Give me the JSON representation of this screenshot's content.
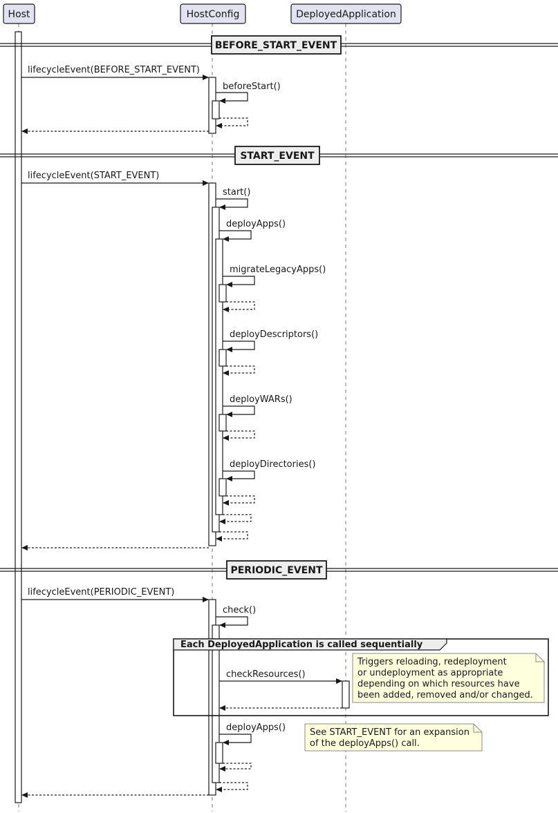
{
  "participants": [
    {
      "label": "Host"
    },
    {
      "label": "HostConfig"
    },
    {
      "label": "DeployedApplication"
    }
  ],
  "dividers": [
    {
      "label": "BEFORE_START_EVENT"
    },
    {
      "label": "START_EVENT"
    },
    {
      "label": "PERIODIC_EVENT"
    }
  ],
  "messages": {
    "before_start": {
      "lifecycle_call": "lifecycleEvent(BEFORE_START_EVENT)",
      "before_start_call": "beforeStart()"
    },
    "start": {
      "lifecycle_call": "lifecycleEvent(START_EVENT)",
      "start_call": "start()",
      "deploy_apps_call": "deployApps()",
      "migrate_legacy_apps_call": "migrateLegacyApps()",
      "deploy_descriptors_call": "deployDescriptors()",
      "deploy_wars_call": "deployWARs()",
      "deploy_directories_call": "deployDirectories()"
    },
    "periodic": {
      "lifecycle_call": "lifecycleEvent(PERIODIC_EVENT)",
      "check_call": "check()",
      "check_resources_call": "checkResources()",
      "deploy_apps_call": "deployApps()"
    }
  },
  "group": {
    "title": "Each DeployedApplication is called sequentially"
  },
  "notes": [
    {
      "lines": [
        "Triggers reloading, redeployment",
        "or undeployment as appropriate",
        "depending on which resources have",
        "been added, removed and/or changed."
      ]
    },
    {
      "lines": [
        "See START_EVENT for an expansion",
        "of the deployApps() call."
      ]
    }
  ],
  "colors": {
    "background": "#FFFFFF",
    "participant_fill": "#E2E2F0",
    "participant_border": "#181818",
    "divider_fill": "#EEEEEE",
    "note_fill": "#FEFFDD",
    "note_border": "#888888",
    "group_border": "#181818",
    "activation_fill": "#FFFFFF",
    "line": "#181818",
    "lifeline": "#777777"
  }
}
